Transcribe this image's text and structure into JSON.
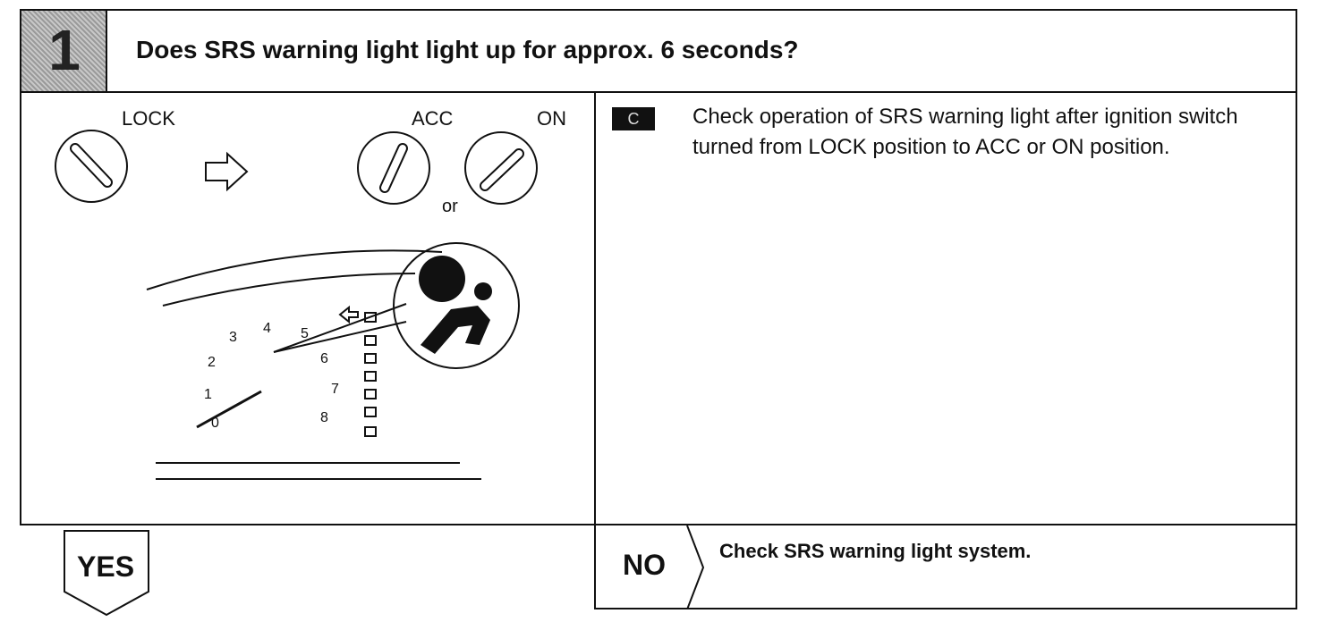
{
  "step": {
    "number": "1",
    "question": "Does SRS warning light light up for approx. 6 seconds?"
  },
  "diagram": {
    "lock_label": "LOCK",
    "acc_label": "ACC",
    "on_label": "ON",
    "or_label": "or",
    "gauge_numbers": [
      "0",
      "1",
      "2",
      "3",
      "4",
      "5",
      "6",
      "7",
      "8"
    ]
  },
  "condition": {
    "badge": "C",
    "text": "Check operation of SRS warning light after ignition switch turned from LOCK position to ACC or ON position."
  },
  "result": {
    "yes_label": "YES",
    "no_label": "NO",
    "no_action": "Check SRS warning light system."
  }
}
